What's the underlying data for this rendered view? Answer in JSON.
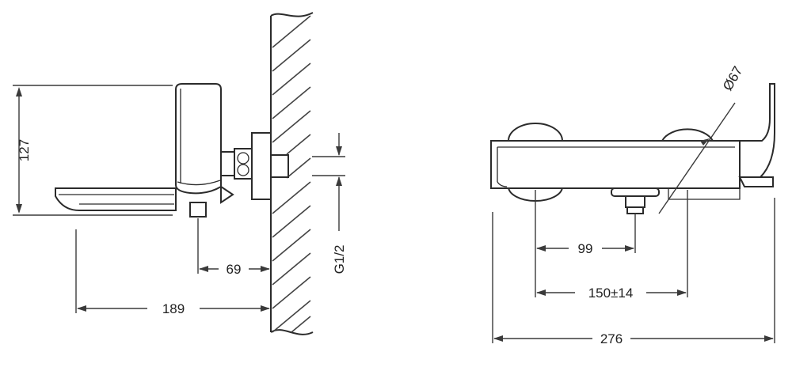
{
  "dimensions": {
    "height_body": "127",
    "offset_outlet": "69",
    "projection": "189",
    "thread": "G1/2",
    "rosette_diameter": "Ø67",
    "center_to_outlet": "99",
    "center_distance": "150±14",
    "total_width": "276"
  },
  "colors": {
    "line": "#2b2b2b",
    "background": "#ffffff"
  }
}
